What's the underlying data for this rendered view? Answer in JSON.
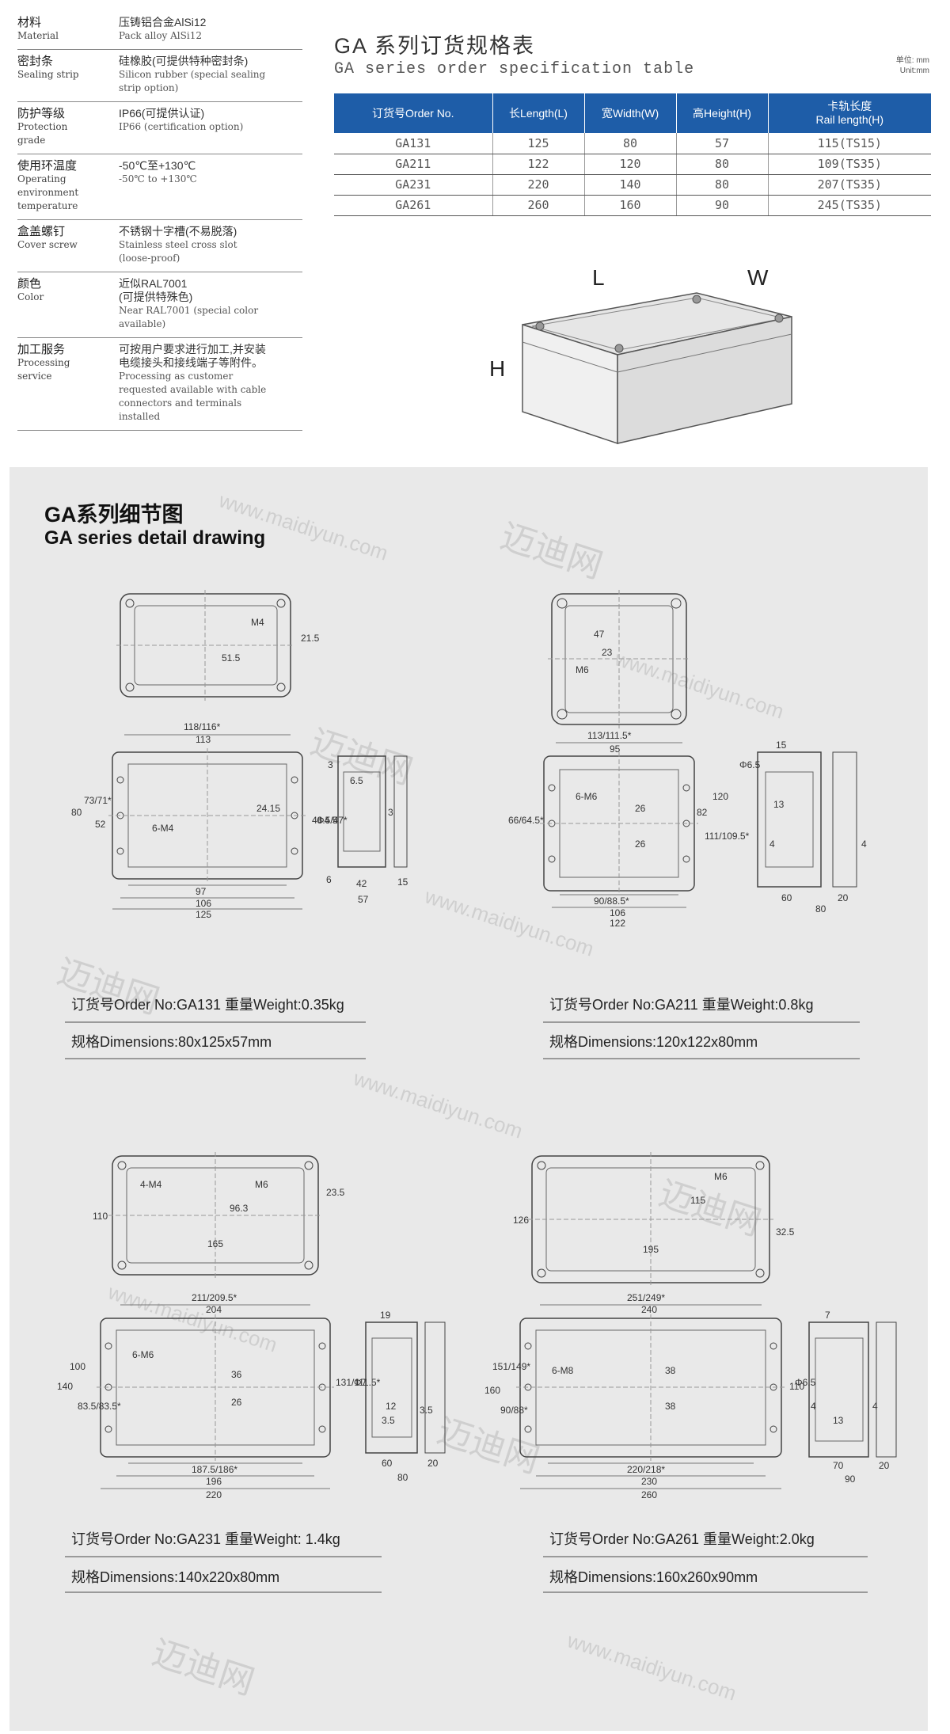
{
  "specs": [
    {
      "label_cn": "材料",
      "label_en": "Material",
      "value_cn": "压铸铝合金AlSi12",
      "value_en": "Pack alloy AlSi12"
    },
    {
      "label_cn": "密封条",
      "label_en": "Sealing strip",
      "value_cn": "硅橡胶(可提供特种密封条)",
      "value_en": "Silicon rubber (special sealing\nstrip option)"
    },
    {
      "label_cn": "防护等级",
      "label_en": "Protection\ngrade",
      "value_cn": "IP66(可提供认证)",
      "value_en": "IP66 (certification option)"
    },
    {
      "label_cn": "使用环温度",
      "label_en": "Operating\nenvironment\ntemperature",
      "value_cn": "-50℃至+130℃",
      "value_en": "-50℃ to +130℃"
    },
    {
      "label_cn": "盒盖螺钉",
      "label_en": "Cover screw",
      "value_cn": "不锈钢十字槽(不易脱落)",
      "value_en": "Stainless steel cross slot\n(loose-proof)"
    },
    {
      "label_cn": "颜色",
      "label_en": "Color",
      "value_cn": "近似RAL7001\n(可提供特殊色)",
      "value_en": "Near RAL7001 (special color\navailable)"
    },
    {
      "label_cn": "加工服务",
      "label_en": "Processing\nservice",
      "value_cn": "可按用户要求进行加工,并安装\n电缆接头和接线端子等附件。",
      "value_en": "Processing as customer\nrequested available with cable\nconnectors and terminals\ninstalled"
    }
  ],
  "order_table": {
    "title_cn": "GA 系列订货规格表",
    "title_en": "GA series order specification table",
    "unit": "单位: mm\nUnit:mm",
    "headers": [
      "订货号Order No.",
      "长Length(L)",
      "宽Width(W)",
      "高Height(H)",
      "卡轨长度\nRail length(H)"
    ],
    "rows": [
      [
        "GA131",
        "125",
        "80",
        "57",
        "115(TS15)"
      ],
      [
        "GA211",
        "122",
        "120",
        "80",
        "109(TS35)"
      ],
      [
        "GA231",
        "220",
        "140",
        "80",
        "207(TS35)"
      ],
      [
        "GA261",
        "260",
        "160",
        "90",
        "245(TS35)"
      ]
    ]
  },
  "box_labels": {
    "length": "L",
    "width": "W",
    "height": "H"
  },
  "detail": {
    "title_cn": "GA系列细节图",
    "title_en": "GA series detail drawing",
    "watermark_url": "www.maidiyun.com",
    "watermark_cn": "迈迪网",
    "items": [
      {
        "order_line": "订货号Order No:GA131  重量Weight:0.35kg",
        "dims_line": "规格Dimensions:80x125x57mm",
        "dims": {
          "top_w": "51.5",
          "top_h": "21.5",
          "top_screw": "M4",
          "overall": "118/116*",
          "inner": "113",
          "bottom1": "97",
          "bottom2": "106",
          "bottom3": "125",
          "left1": "80",
          "left2": "73/71*",
          "left3": "52",
          "screw": "6-M4",
          "mid_h": "24.15",
          "right_h": "48.5/47*",
          "side_top": "6.5",
          "side_a": "3",
          "side_b": "3",
          "side_d": "Φ4.5",
          "side_c": "6",
          "side_w1": "42",
          "side_w2": "57",
          "side_e": "15"
        }
      },
      {
        "order_line": "订货号Order No:GA211  重量Weight:0.8kg",
        "dims_line": "规格Dimensions:120x122x80mm",
        "dims": {
          "top_w": "47",
          "top_h": "23",
          "top_screw": "M6",
          "overall": "113/111.5*",
          "inner": "95",
          "bottom1": "90/88.5*",
          "bottom2": "106",
          "bottom3": "122",
          "left1": "66/64.5*",
          "screw": "6-M6",
          "mid_h": "26",
          "mid_h2": "26",
          "right1": "82",
          "right2": "111/109.5*",
          "right3": "120",
          "side_d": "Φ6.5",
          "side_a": "15",
          "side_b": "13",
          "side_c": "4",
          "side_w1": "60",
          "side_w2": "80",
          "side_e": "20",
          "side_f": "4"
        }
      },
      {
        "order_line": "订货号Order No:GA231  重量Weight:  1.4kg",
        "dims_line": "规格Dimensions:140x220x80mm",
        "dims": {
          "top_w": "96.3",
          "top_h": "23.5",
          "top_screw": "M6",
          "top_screw2": "4-M4",
          "top_left": "110",
          "top_bottom": "165",
          "overall": "211/209.5*",
          "inner": "204",
          "bottom1": "187.5/186*",
          "bottom2": "196",
          "bottom3": "220",
          "left1": "140",
          "left2": "100",
          "left3": "83.5/83.5*",
          "screw": "6-M6",
          "mid_h": "36",
          "mid_h2": "26",
          "right1": "131/111.5*",
          "side_top": "19",
          "side_d": "Φ7",
          "side_a": "12",
          "side_b": "3.5",
          "side_c": "3.5",
          "side_w1": "60",
          "side_w2": "80",
          "side_e": "20"
        }
      },
      {
        "order_line": "订货号Order No:GA261  重量Weight:2.0kg",
        "dims_line": "规格Dimensions:160x260x90mm",
        "dims": {
          "top_w": "115",
          "top_h": "32.5",
          "top_screw": "M6",
          "top_left": "126",
          "top_bottom": "195",
          "overall": "251/249*",
          "inner": "240",
          "bottom1": "220/218*",
          "bottom2": "230",
          "bottom3": "260",
          "left1": "160",
          "left2": "151/149*",
          "left3": "90/88*",
          "screw": "6-M8",
          "mid_h": "38",
          "mid_h2": "38",
          "right1": "110",
          "side_top": "7",
          "side_d": "Φ6.5",
          "side_a": "4",
          "side_b": "13",
          "side_c": "4",
          "side_w1": "70",
          "side_w2": "90",
          "side_e": "20"
        }
      }
    ]
  }
}
